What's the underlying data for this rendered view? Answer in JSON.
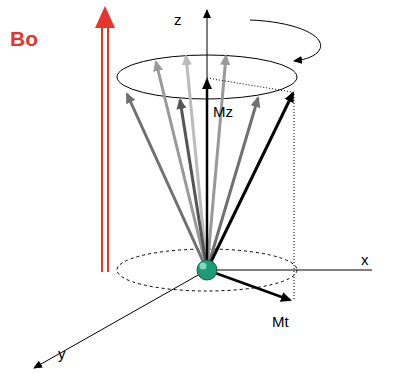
{
  "diagram": {
    "labels": [
      "Bo",
      "z",
      "Mz",
      "x",
      "Mt",
      "y"
    ]
  }
}
